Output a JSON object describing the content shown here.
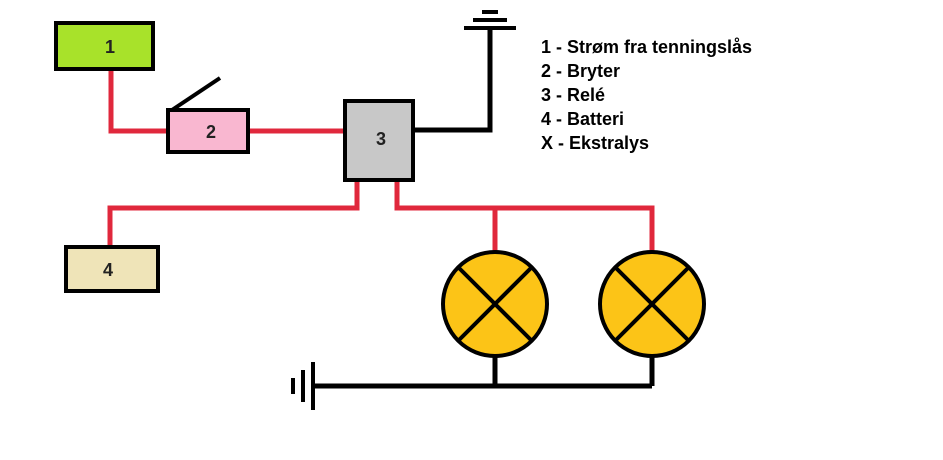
{
  "colors": {
    "wire_power": "#e0283c",
    "wire_ground": "#000000",
    "outline": "#000000",
    "ignition_box": "#a8e22a",
    "switch_box": "#f9b7d0",
    "relay_box": "#c8c8c8",
    "battery_box": "#efe4b8",
    "lamp_fill": "#fcc417"
  },
  "components": {
    "ignition": {
      "label": "1"
    },
    "switch": {
      "label": "2"
    },
    "relay": {
      "label": "3"
    },
    "battery": {
      "label": "4"
    }
  },
  "legend": [
    "1 - Strøm fra tenningslås",
    "2 - Bryter",
    "3 - Relé",
    "4 - Batteri",
    "X - Ekstralys"
  ]
}
